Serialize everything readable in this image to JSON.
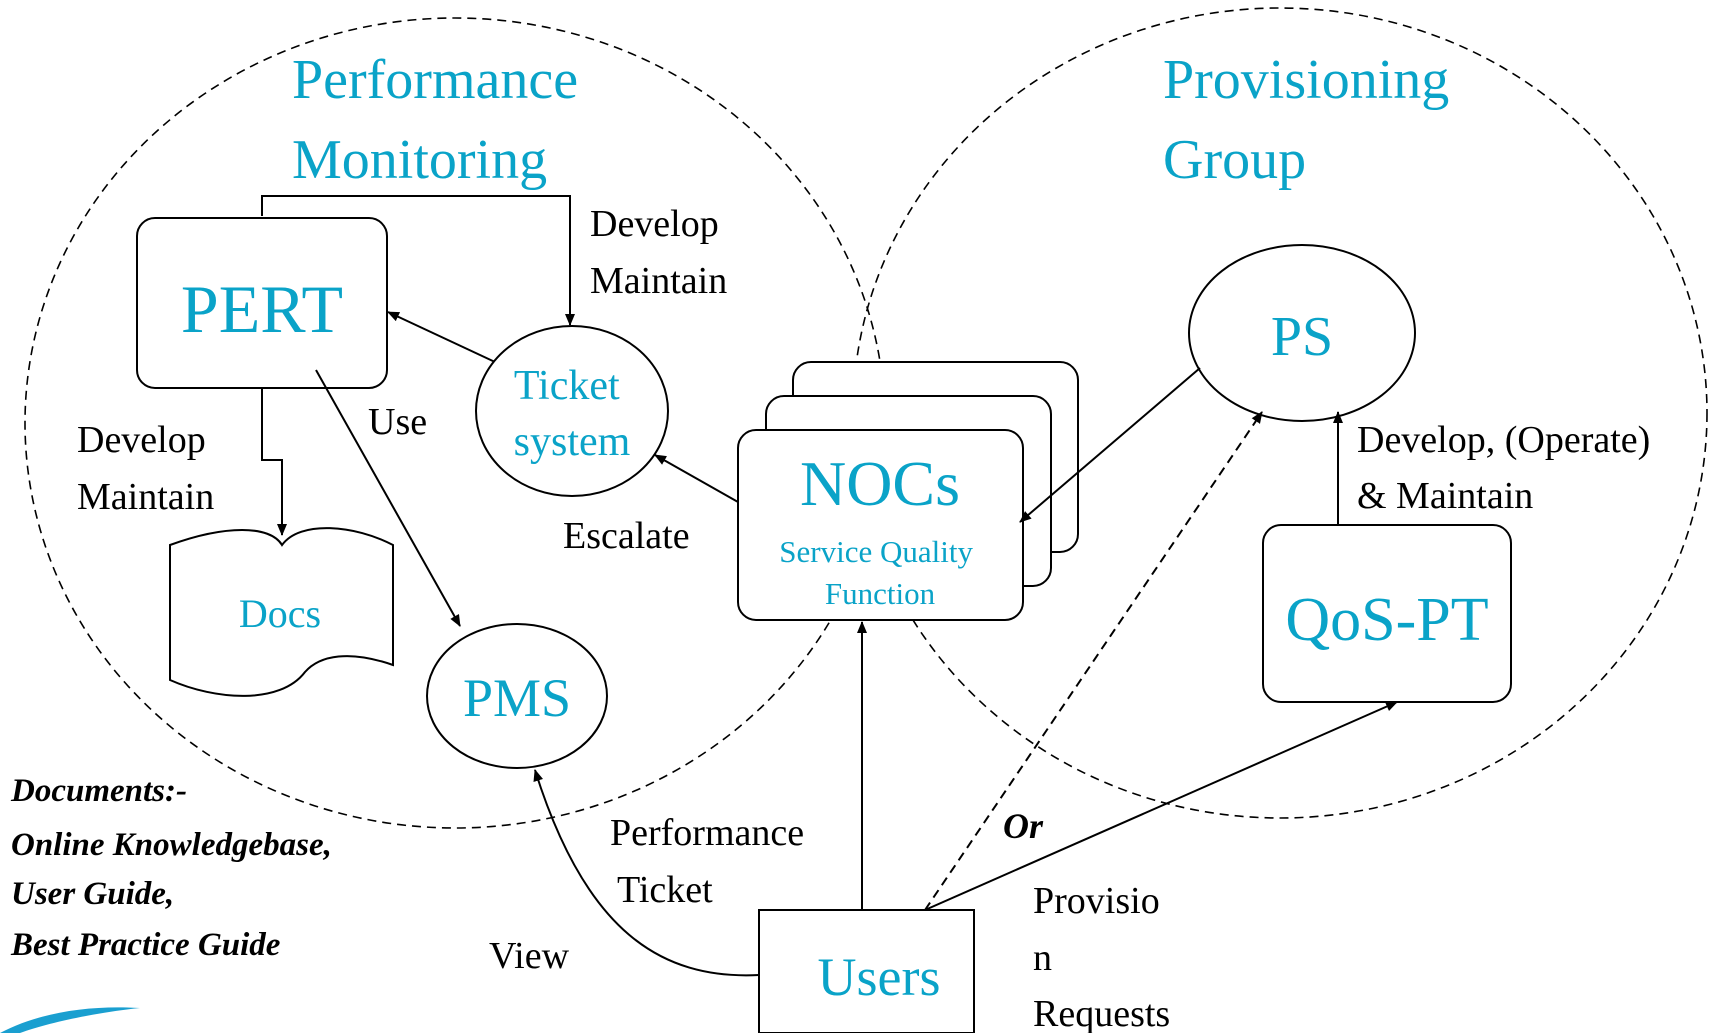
{
  "groups": {
    "performance_monitoring": [
      "Performance",
      "Monitoring"
    ],
    "provisioning_group": [
      "Provisioning",
      "Group"
    ]
  },
  "nodes": {
    "pert": "PERT",
    "ticket_system": [
      "Ticket",
      "system"
    ],
    "docs": "Docs",
    "pms": "PMS",
    "nocs": "NOCs",
    "nocs_sub": [
      "Service Quality",
      "Function"
    ],
    "ps": "PS",
    "qos_pt": "QoS-PT",
    "users": "Users"
  },
  "edge_labels": {
    "develop_maintain_top": [
      "Develop",
      "Maintain"
    ],
    "develop_maintain_left": [
      "Develop",
      "Maintain"
    ],
    "use": "Use",
    "escalate": "Escalate",
    "develop_operate": [
      "Develop, (Operate)",
      "& Maintain"
    ],
    "performance_ticket": [
      "Performance",
      "Ticket"
    ],
    "view": "View",
    "or": "Or",
    "provision_requests": [
      "Provisio",
      "n",
      "Requests"
    ]
  },
  "documents_note": [
    "Documents:-",
    "Online Knowledgebase,",
    "User Guide,",
    "Best Practice Guide"
  ],
  "colors": {
    "node_text": "#0aa3c8",
    "label_text": "#000000"
  }
}
